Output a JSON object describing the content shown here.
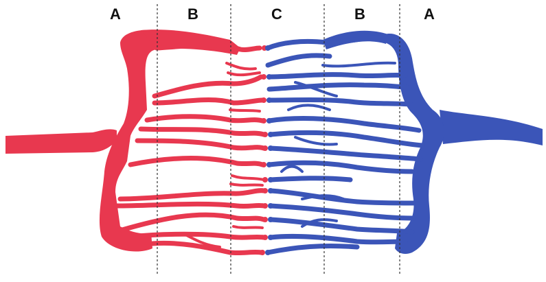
{
  "zone_labels": [
    "A",
    "B",
    "C",
    "B",
    "A"
  ],
  "colors": {
    "arterial": "#e8384f",
    "arterial_dark": "#c92a40",
    "venous": "#3b55b8",
    "venous_dark": "#2c4299",
    "divider": "#333333",
    "label": "#111111"
  }
}
